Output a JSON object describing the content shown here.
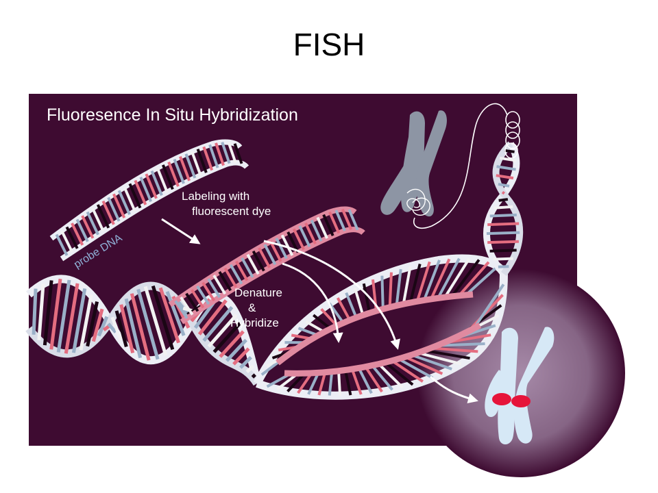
{
  "slide": {
    "title": "FISH"
  },
  "diagram": {
    "heading": "Fluoresence In Situ Hybridization",
    "probe_label": "probe DNA",
    "labeling_line1": "Labeling with",
    "labeling_line2": "fluorescent dye",
    "denature_line1": "Denature",
    "denature_line2": "&",
    "denature_line3": "Hybridize"
  },
  "colors": {
    "panel": "#3e0b31",
    "strand": "#eceef5",
    "probe_strand": "#e08aa0",
    "rung_pink": "#e46d80",
    "rung_blue": "#9ab0c8",
    "rung_white": "#f2f2f2",
    "rung_dark": "#1a0614",
    "chromosome_gray": "#8d95a4",
    "chromosome_light": "#d6e8f6",
    "signal_red": "#e6143a",
    "nucleus": "#8e6e90"
  }
}
